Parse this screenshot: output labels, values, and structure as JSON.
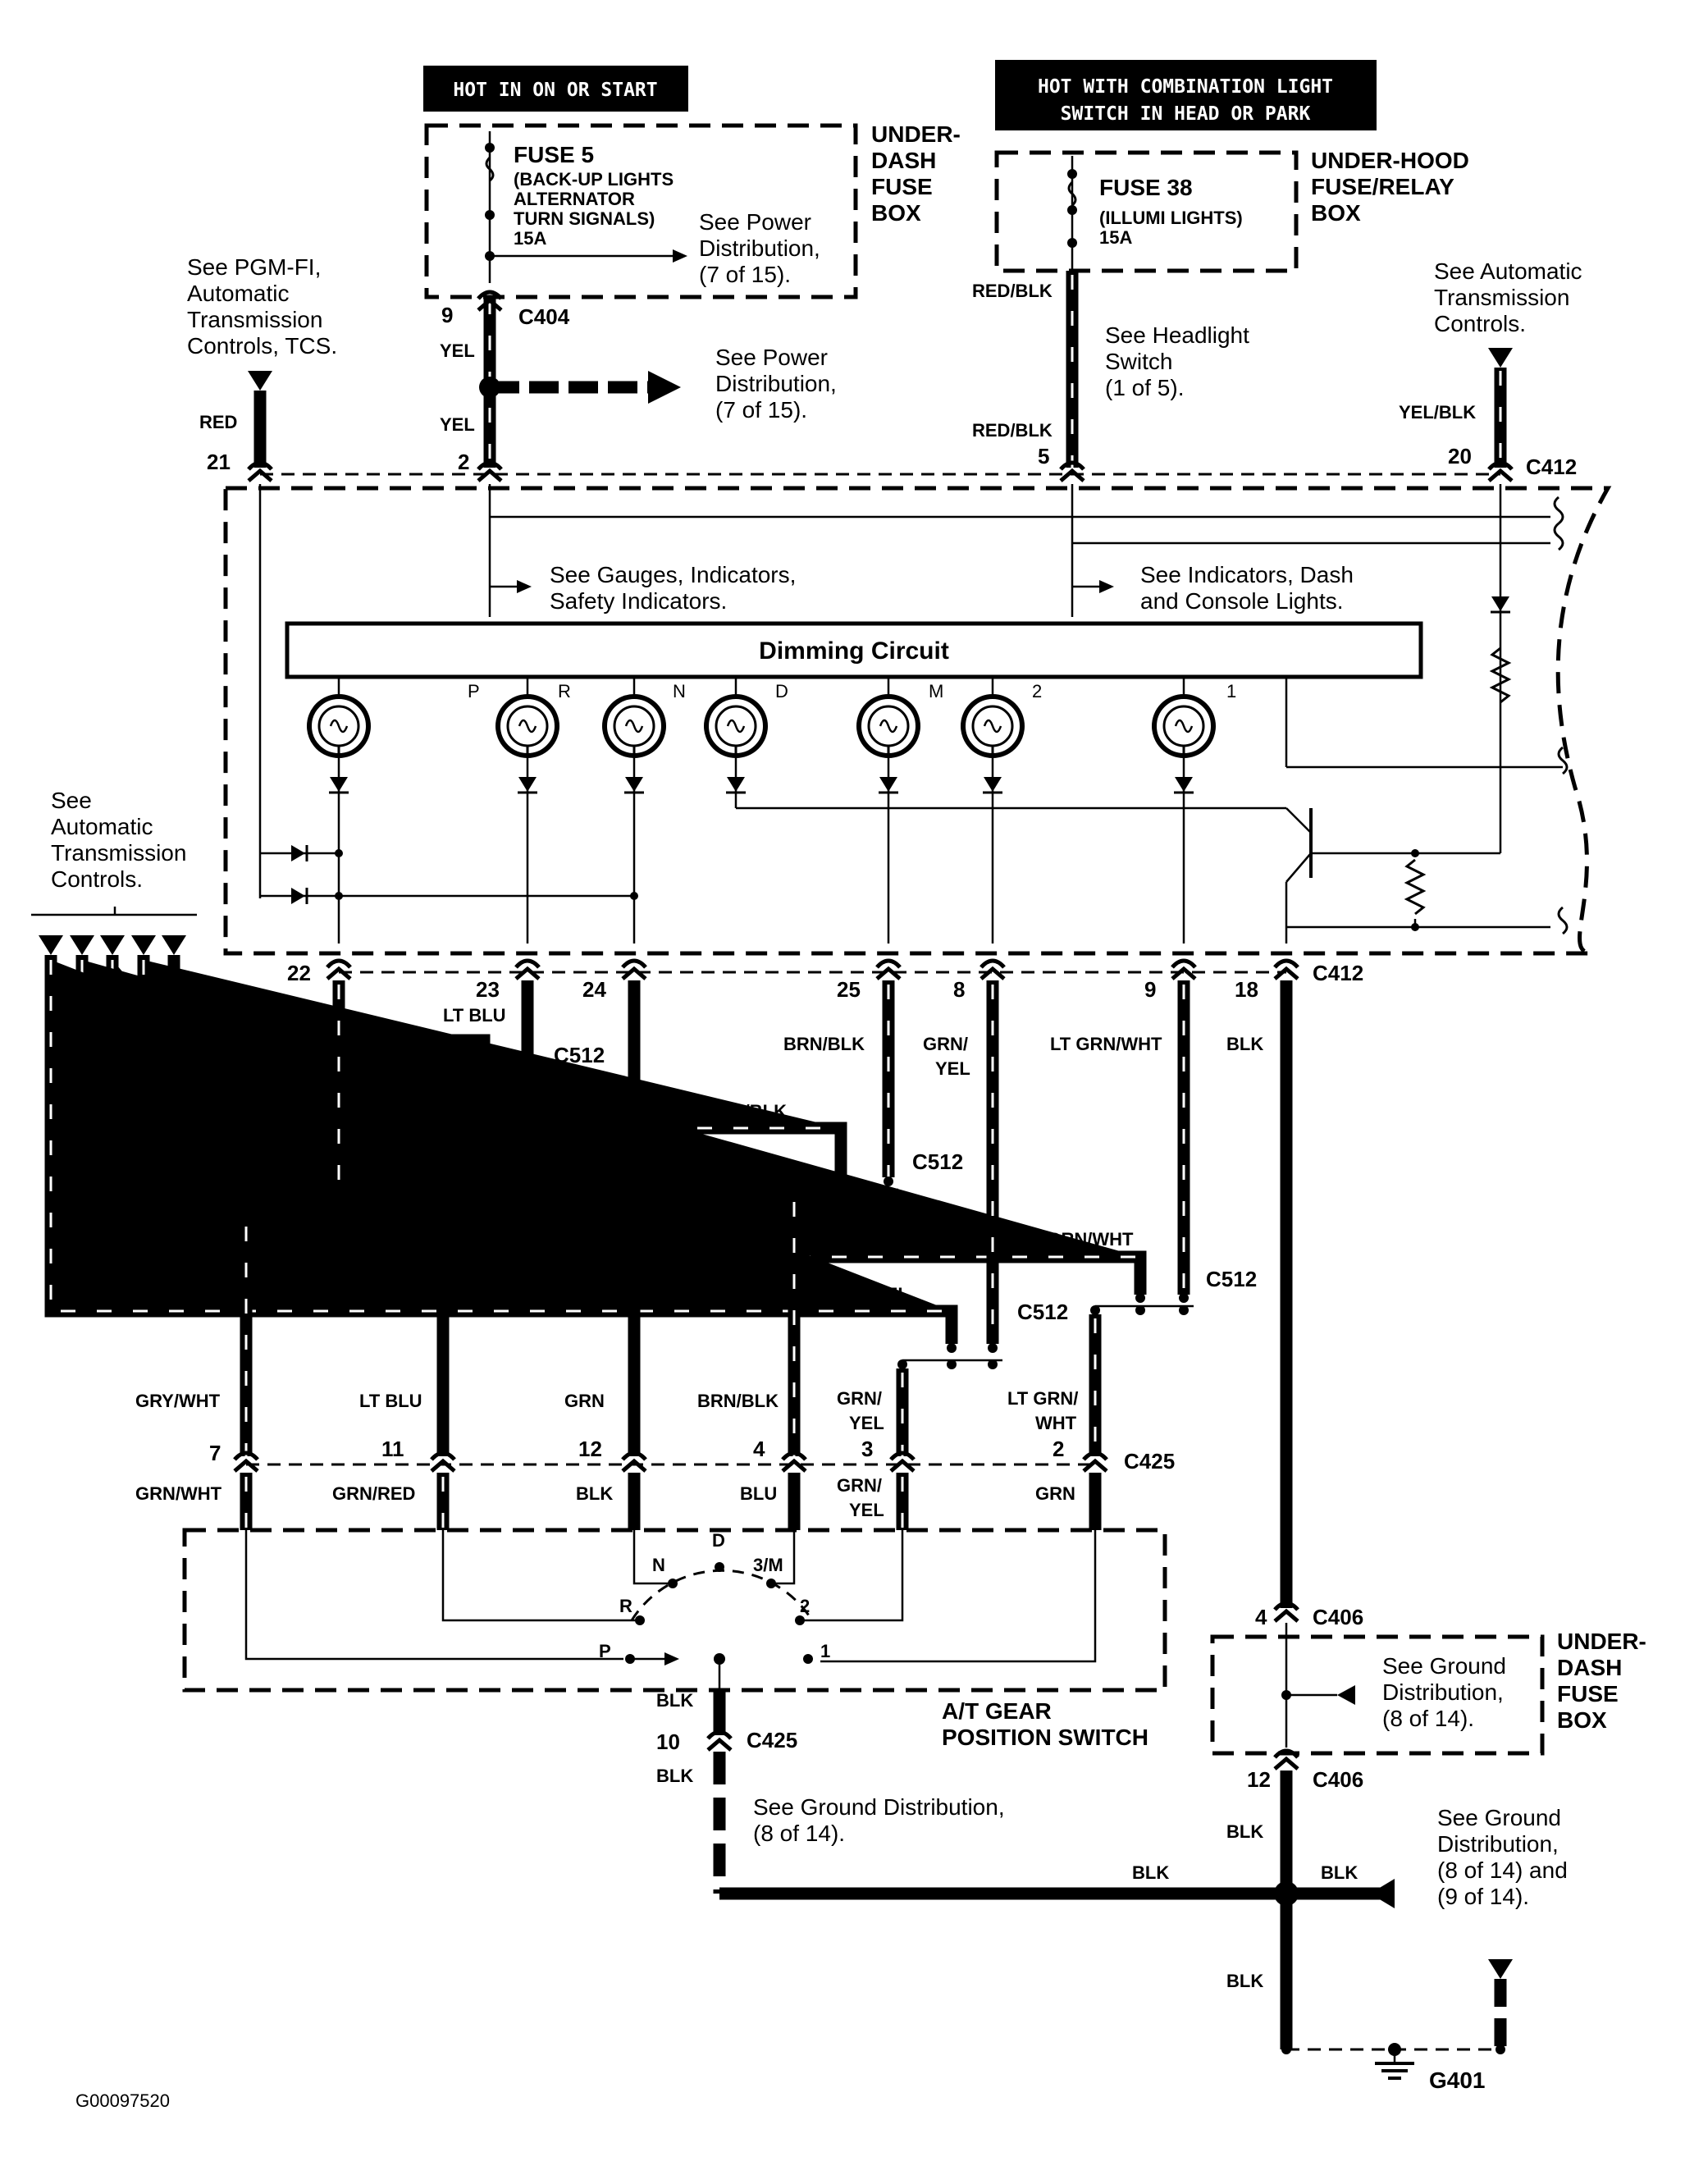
{
  "headers": {
    "hot_on_start": "HOT IN ON OR START",
    "hot_combo_1": "HOT WITH COMBINATION LIGHT",
    "hot_combo_2": "SWITCH IN HEAD OR PARK"
  },
  "fuse5": {
    "name": "FUSE 5",
    "desc": [
      "(BACK-UP LIGHTS",
      "ALTERNATOR",
      "TURN SIGNALS)",
      "15A"
    ],
    "box": [
      "UNDER-",
      "DASH",
      "FUSE",
      "BOX"
    ]
  },
  "fuse38": {
    "name": "FUSE 38",
    "desc": [
      "(ILLUMI LIGHTS)",
      "15A"
    ],
    "box": [
      "UNDER-HOOD",
      "FUSE/RELAY",
      "BOX"
    ]
  },
  "refs": {
    "pgm": [
      "See PGM-FI,",
      "Automatic",
      "Transmission",
      "Controls, TCS."
    ],
    "pd1": [
      "See Power",
      "Distribution,",
      "(7 of 15)."
    ],
    "pd2": [
      "See Power",
      "Distribution,",
      "(7 of 15)."
    ],
    "headlight": [
      "See Headlight",
      "Switch",
      "(1 of 5)."
    ],
    "atc_top": [
      "See Automatic",
      "Transmission",
      "Controls."
    ],
    "gauges": [
      "See Gauges, Indicators,",
      "Safety Indicators."
    ],
    "indic": [
      "See Indicators, Dash",
      "and Console Lights."
    ],
    "atc_left": [
      "See",
      "Automatic",
      "Transmission",
      "Controls."
    ],
    "gnd1": [
      "See Ground",
      "Distribution,",
      "(8 of 14)."
    ],
    "gnd2": [
      "See Ground Distribution,",
      "(8 of 14)."
    ],
    "gnd3": [
      "See Ground",
      "Distribution,",
      "(8 of 14) and",
      "(9 of 14)."
    ]
  },
  "connectors": {
    "c404": "C404",
    "c412": "C412",
    "c512": "C512",
    "c425": "C425",
    "c406": "C406",
    "g401": "G401"
  },
  "pins": {
    "p9": "9",
    "p21": "21",
    "p2": "2",
    "p5": "5",
    "p20": "20",
    "p22": "22",
    "p23": "23",
    "p24": "24",
    "p25": "25",
    "p8": "8",
    "p9b": "9",
    "p18": "18",
    "p7": "7",
    "p11": "11",
    "p12": "12",
    "p4": "4",
    "p3": "3",
    "p2b": "2",
    "p4b": "4",
    "p12b": "12",
    "p10": "10"
  },
  "wires": {
    "yel": "YEL",
    "red": "RED",
    "red_blk": "RED/BLK",
    "yel_blk": "YEL/BLK",
    "lt_blu": "LT BLU",
    "gry": "GRY/",
    "wht": "WHT",
    "brn_blk": "BRN/BLK",
    "gry_wht": "GRY/WHT",
    "lt_grn_wht": "LT GRN/WHT",
    "grn_yel": "GRN/YEL",
    "grn_": "GRN/",
    "yel2": "YEL",
    "blk": "BLK",
    "grn": "GRN",
    "grn_wht": "GRN/WHT",
    "grn_red": "GRN/RED",
    "blu": "BLU",
    "lt_grn": "LT GRN/"
  },
  "dimming": "Dimming Circuit",
  "gear_letters": {
    "P": "P",
    "R": "R",
    "N": "N",
    "D": "D",
    "M": "M",
    "two": "2",
    "one": "1"
  },
  "switch": {
    "title1": "A/T GEAR",
    "title2": "POSITION SWITCH",
    "N": "N",
    "D": "D",
    "M": "3/M",
    "R": "R",
    "two": "2",
    "P": "P",
    "one": "1"
  },
  "under_dash_box": [
    "UNDER-",
    "DASH",
    "FUSE",
    "BOX"
  ],
  "footer": "G00097520"
}
